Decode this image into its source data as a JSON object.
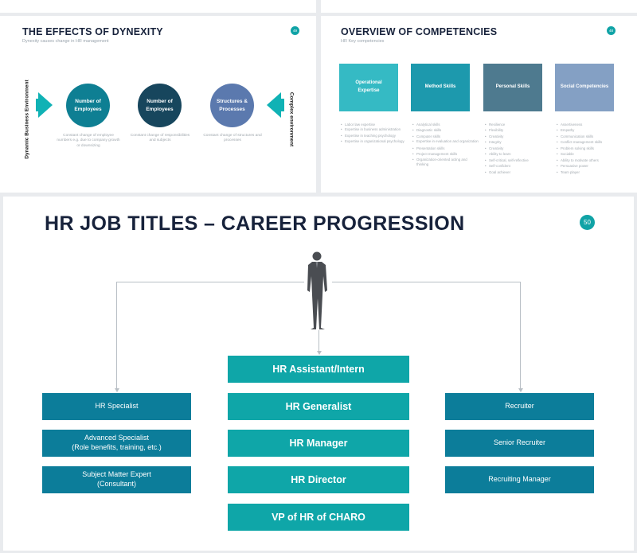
{
  "effects_slide": {
    "title": "THE EFFECTS OF DYNEXITY",
    "subtitle": "Dynexity causes change in HR management",
    "page_number": "49",
    "left_label": "Dynamic Business Environment",
    "right_label": "Complex environment",
    "circles": [
      {
        "label": "Number of Employees",
        "caption": "Constant change of employee numbers e.g. due to company growth or downsizing"
      },
      {
        "label": "Number of Employees",
        "caption": "Constant change of responsibilities and subjects"
      },
      {
        "label": "Structures & Processes",
        "caption": "Constant change of structures and processes"
      }
    ],
    "colors": {
      "teal": "#0e7f93",
      "navy": "#17465d",
      "blue": "#5b79ae",
      "arrow": "#10b2b5"
    }
  },
  "overview_slide": {
    "title": "OVERVIEW OF COMPETENCIES",
    "subtitle": "HR Key competencies",
    "page_number": "48",
    "competencies": [
      {
        "label": "Operational Expertise",
        "items": [
          "Labor law expertise",
          "Expertise in business administration",
          "Expertise in teaching psychology",
          "Expertise in organizational psychology"
        ]
      },
      {
        "label": "Method Skills",
        "items": [
          "Analytical skills",
          "Diagnostic skills",
          "Computer skills",
          "Expertise in evaluation and organization",
          "Presentation skills",
          "Project management skills",
          "Organization-oriented acting and thinking"
        ]
      },
      {
        "label": "Personal Skills",
        "items": [
          "Resilience",
          "Flexibility",
          "Creativity",
          "Integrity",
          "Creativity",
          "Ability to learn",
          "Self-critical, self-reflective",
          "Self-confident",
          "Goal achiever"
        ]
      },
      {
        "label": "Social Competencies",
        "items": [
          "Assertiveness",
          "Empathy",
          "Communication skills",
          "Conflict management skills",
          "Problem solving skills",
          "Sociable",
          "Ability to motivate others",
          "Persuasive power",
          "Team player"
        ]
      }
    ]
  },
  "career_slide": {
    "title": "HR JOB TITLES – CAREER PROGRESSION",
    "page_number": "50",
    "center_track": [
      "HR Assistant/Intern",
      "HR Generalist",
      "HR Manager",
      "HR Director",
      "VP of HR of CHARO"
    ],
    "left_track": [
      "HR Specialist",
      "Advanced Specialist\n(Role benefits, training, etc.)",
      "Subject Matter Expert\n(Consultant)"
    ],
    "right_track": [
      "Recruiter",
      "Senior Recruiter",
      "Recruiting Manager"
    ],
    "colors": {
      "title": "#17223b",
      "center_box": "#0fa6a8",
      "side_box": "#0c7d9a",
      "connector": "#b8bfc5"
    }
  }
}
